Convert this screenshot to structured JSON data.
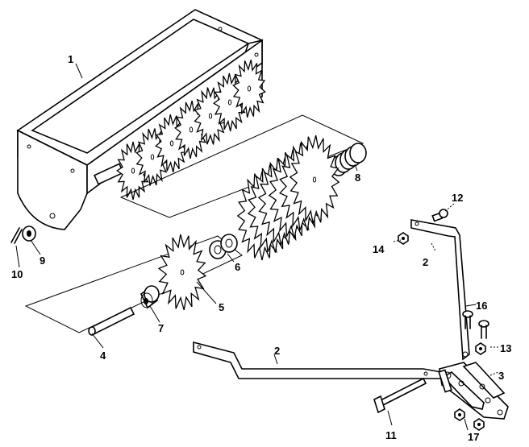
{
  "callouts": [
    {
      "id": "1",
      "text": "1"
    },
    {
      "id": "2a",
      "text": "2"
    },
    {
      "id": "2b",
      "text": "2"
    },
    {
      "id": "3",
      "text": "3"
    },
    {
      "id": "4",
      "text": "4"
    },
    {
      "id": "5",
      "text": "5"
    },
    {
      "id": "6",
      "text": "6"
    },
    {
      "id": "7",
      "text": "7"
    },
    {
      "id": "8",
      "text": "8"
    },
    {
      "id": "9",
      "text": "9"
    },
    {
      "id": "10",
      "text": "10"
    },
    {
      "id": "11",
      "text": "11"
    },
    {
      "id": "12",
      "text": "12"
    },
    {
      "id": "13",
      "text": "13"
    },
    {
      "id": "14",
      "text": "14"
    },
    {
      "id": "16",
      "text": "16"
    },
    {
      "id": "17",
      "text": "17"
    }
  ],
  "colors": {
    "ink": "#000000",
    "paper": "#ffffff"
  }
}
